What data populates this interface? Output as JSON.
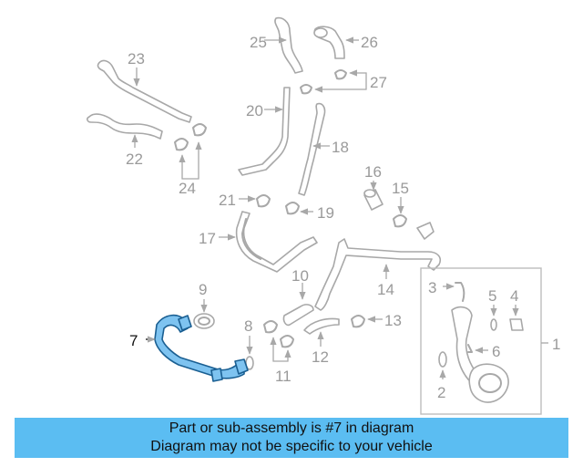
{
  "callouts": {
    "n1": "1",
    "n2": "2",
    "n3": "3",
    "n4": "4",
    "n5": "5",
    "n6": "6",
    "n7": "7",
    "n8": "8",
    "n9": "9",
    "n10": "10",
    "n11": "11",
    "n12": "12",
    "n13": "13",
    "n14": "14",
    "n15": "15",
    "n16": "16",
    "n17": "17",
    "n18": "18",
    "n19": "19",
    "n20": "20",
    "n21": "21",
    "n22": "22",
    "n23": "23",
    "n24": "24",
    "n25": "25",
    "n26": "26",
    "n27": "27"
  },
  "highlighted_part": "7",
  "colors": {
    "highlight_fill": "#7ec3f0",
    "highlight_stroke": "#1a5f92",
    "banner": "#5bbdf2",
    "linework": "#a8a8a8"
  },
  "footer": {
    "line1": "Part or sub-assembly is #7 in diagram",
    "line2": "Diagram may not be specific to your vehicle"
  }
}
